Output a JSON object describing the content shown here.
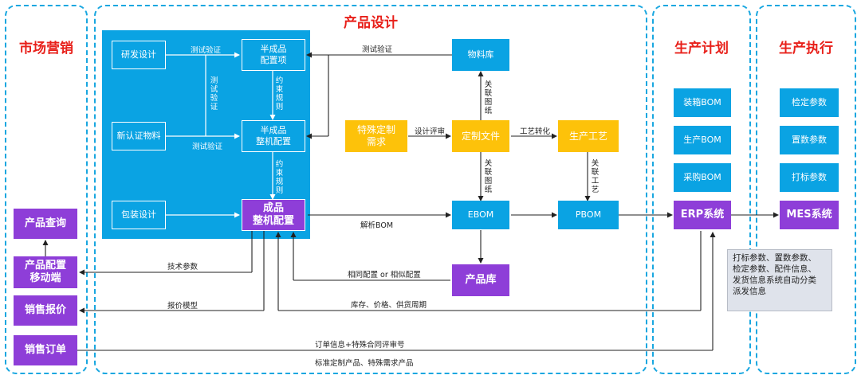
{
  "sections": {
    "marketing": "市场营销",
    "design": "产品设计",
    "planning": "生产计划",
    "execution": "生产执行"
  },
  "design_inner": {
    "rd_design": "研发设计",
    "new_material": "新认证物料",
    "packaging_design": "包装设计",
    "semi_config_item": "半成品\n配置项",
    "semi_machine_config": "半成品\n整机配置",
    "product_machine_config": "成品\n整机配置"
  },
  "design_outer": {
    "material_library": "物料库",
    "special_requirement": "特殊定制\n需求",
    "custom_file": "定制文件",
    "process": "生产工艺",
    "ebom": "EBOM",
    "pbom": "PBOM",
    "product_library": "产品库"
  },
  "planning": {
    "packing_bom": "装箱BOM",
    "production_bom": "生产BOM",
    "purchase_bom": "采购BOM",
    "erp": "ERP系统"
  },
  "execution": {
    "inspection_params": "检定参数",
    "setting_params": "置数参数",
    "marking_params": "打标参数",
    "mes": "MES系统"
  },
  "marketing": {
    "product_query": "产品查询",
    "mobile_config": "产品配置\n移动端",
    "sales_quote": "销售报价",
    "sales_order": "销售订单"
  },
  "labels": {
    "test_verify_top": "测试验证",
    "test_verify_vertical": "测试验证",
    "test_verify_bottom": "测试验证",
    "constraint_rule_1": "约束规则",
    "constraint_rule_2": "约束规则",
    "test_verify_material": "测试验证",
    "related_drawing_1": "关联图纸",
    "design_review": "设计评审",
    "process_convert": "工艺转化",
    "related_drawing_2": "关联图纸",
    "related_process": "关联工艺",
    "parse_bom": "解析BOM",
    "tech_params": "技术参数",
    "same_config": "相同配置 or 相似配置",
    "quote_model": "报价模型",
    "inventory": "库存、价格、供货周期",
    "order_info": "订单信息+特殊合同评审号",
    "standard_products": "标准定制产品、特殊需求产品"
  },
  "note": "打标参数、置数参数、\n检定参数、配件信息、\n发货信息系统自动分类\n派发信息"
}
